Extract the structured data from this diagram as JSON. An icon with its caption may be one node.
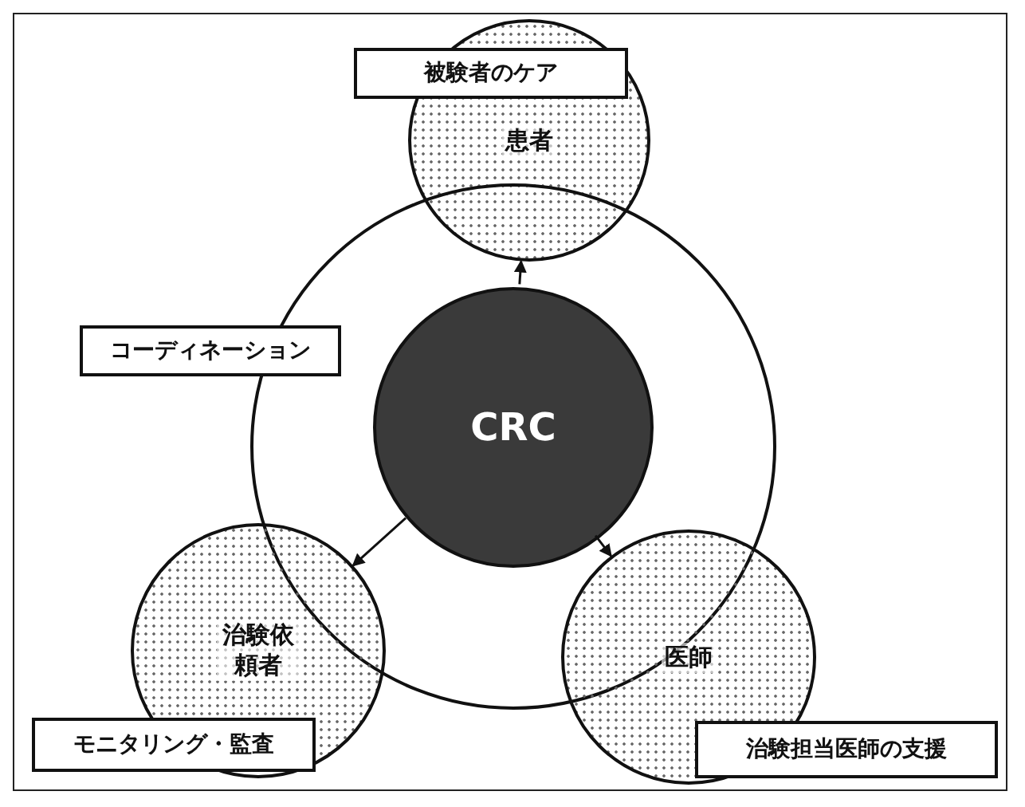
{
  "diagram": {
    "nodes": [
      {
        "text": [
          "被験者のケア"
        ]
      },
      {
        "text": [
          "患者"
        ]
      },
      {
        "text": [
          "コーディネーション"
        ]
      },
      {
        "text": [],
        "shape": "circle"
      },
      {
        "text": [
          "CRC"
        ],
        "in": 3
      },
      {
        "text": [
          "治験依頼者"
        ]
      },
      {
        "text": [
          "モニタリング・監査"
        ]
      },
      {
        "text": [
          "医師"
        ]
      },
      {
        "text": [
          "治験担当医師の支援"
        ]
      }
    ],
    "edges": [
      {
        "from": 4,
        "to": 1,
        "arrow": "to"
      },
      {
        "from": 4,
        "to": 5,
        "arrow": "to"
      },
      {
        "from": 4,
        "to": 7,
        "arrow": "to"
      }
    ]
  }
}
